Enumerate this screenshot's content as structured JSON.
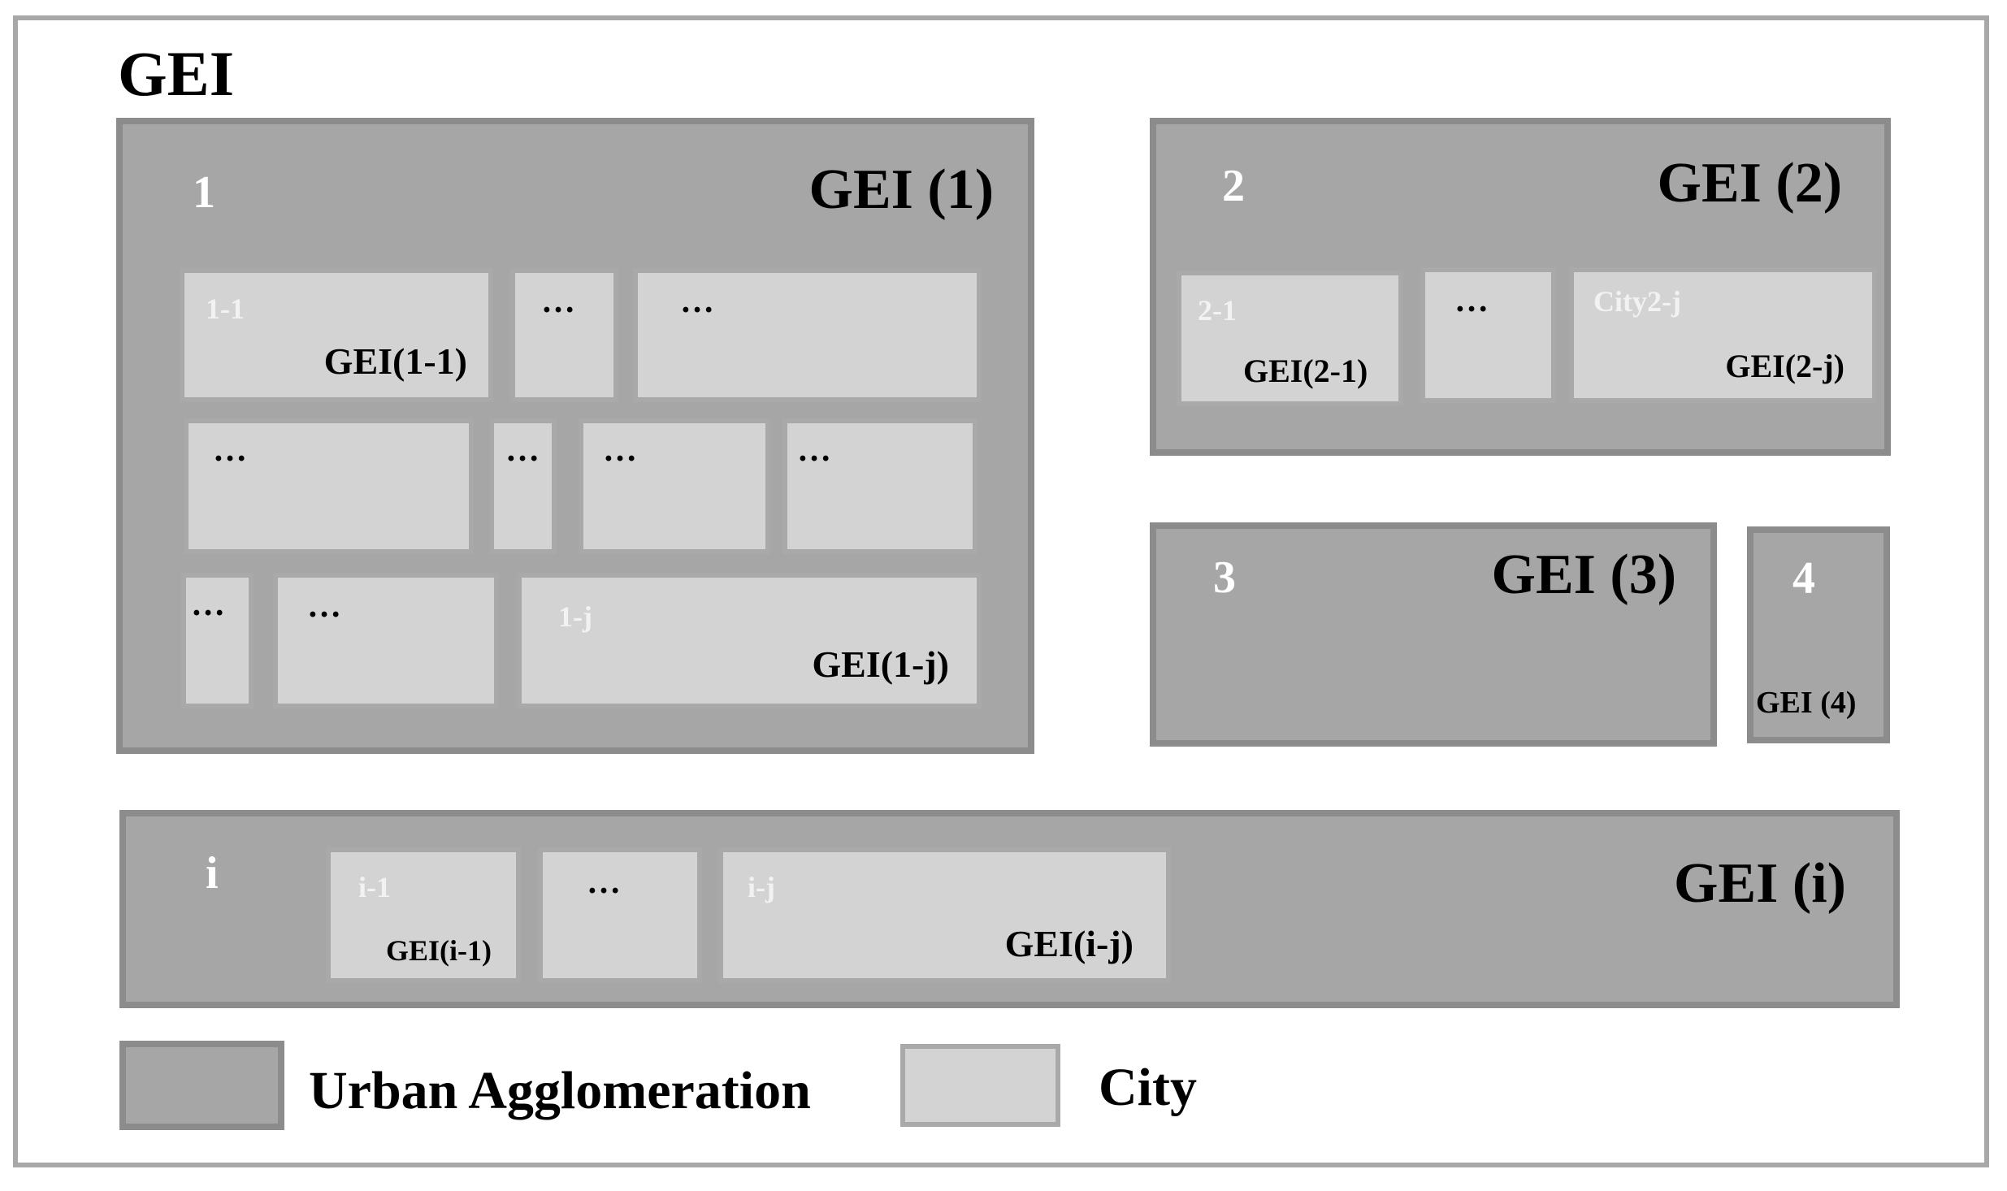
{
  "title": "GEI",
  "colors": {
    "agglomeration": "#a6a6a6",
    "agglomeration_border": "#8c8c8c",
    "city": "#d3d3d3",
    "city_border": "#a9a9a9"
  },
  "ua1": {
    "id": "1",
    "gei": "GEI (1)",
    "c11_id": "1-1",
    "c11_gei": "GEI(1-1)",
    "c1j_id": "1-j",
    "c1j_gei": "GEI(1-j)"
  },
  "ua2": {
    "id": "2",
    "gei": "GEI (2)",
    "c21_id": "2-1",
    "c21_gei": "GEI(2-1)",
    "c2j_id": "City2-j",
    "c2j_gei": "GEI(2-j)"
  },
  "ua3": {
    "id": "3",
    "gei": "GEI (3)"
  },
  "ua4": {
    "id": "4",
    "gei": "GEI (4)"
  },
  "uai": {
    "id": "i",
    "gei": "GEI (i)",
    "ci1_id": "i-1",
    "ci1_gei": "GEI(i-1)",
    "cij_id": "i-j",
    "cij_gei": "GEI(i-j)"
  },
  "ellipsis": "…",
  "legend": {
    "agglomeration_label": "Urban Agglomeration",
    "city_label": "City"
  }
}
